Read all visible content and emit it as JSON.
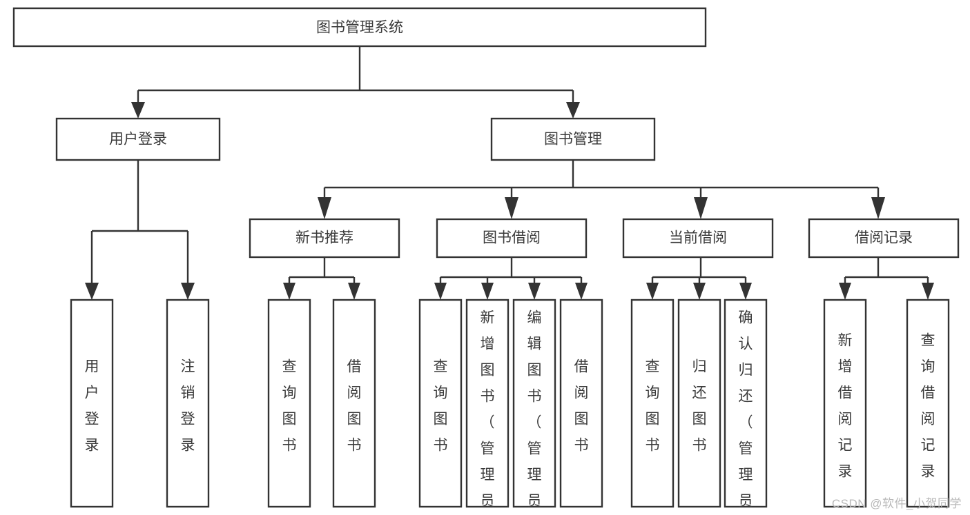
{
  "diagram": {
    "type": "tree",
    "title": "图书管理系统",
    "watermark": "CSDN @软件_小贺同学",
    "colors": {
      "stroke": "#333333",
      "fill": "#ffffff",
      "text": "#3a3a3a",
      "background": "#ffffff",
      "watermark": "#b9b9b9"
    },
    "nodes": {
      "root": {
        "label": "图书管理系统",
        "level": 0,
        "orientation": "horizontal"
      },
      "l1": [
        {
          "id": "user-login",
          "label": "用户登录",
          "level": 1,
          "orientation": "horizontal"
        },
        {
          "id": "book-manage",
          "label": "图书管理",
          "level": 1,
          "orientation": "horizontal"
        }
      ],
      "l2": [
        {
          "id": "new-book-recommend",
          "label": "新书推荐",
          "level": 2,
          "orientation": "horizontal",
          "parent": "book-manage"
        },
        {
          "id": "book-borrow",
          "label": "图书借阅",
          "level": 2,
          "orientation": "horizontal",
          "parent": "book-manage"
        },
        {
          "id": "current-borrow",
          "label": "当前借阅",
          "level": 2,
          "orientation": "horizontal",
          "parent": "book-manage"
        },
        {
          "id": "borrow-record",
          "label": "借阅记录",
          "level": 2,
          "orientation": "horizontal",
          "parent": "book-manage"
        }
      ],
      "leaves": [
        {
          "id": "leaf-user-login",
          "label": "用户登录",
          "parent": "user-login",
          "orientation": "vertical"
        },
        {
          "id": "leaf-logout-login",
          "label": "注销登录",
          "parent": "user-login",
          "orientation": "vertical"
        },
        {
          "id": "leaf-query-book-1",
          "label": "查询图书",
          "parent": "new-book-recommend",
          "orientation": "vertical"
        },
        {
          "id": "leaf-borrow-book-1",
          "label": "借阅图书",
          "parent": "new-book-recommend",
          "orientation": "vertical"
        },
        {
          "id": "leaf-query-book-2",
          "label": "查询图书",
          "parent": "book-borrow",
          "orientation": "vertical"
        },
        {
          "id": "leaf-add-book",
          "label": "新增图书（管理员）",
          "parent": "book-borrow",
          "orientation": "vertical"
        },
        {
          "id": "leaf-edit-book",
          "label": "编辑图书（管理员）",
          "parent": "book-borrow",
          "orientation": "vertical"
        },
        {
          "id": "leaf-borrow-book-2",
          "label": "借阅图书",
          "parent": "book-borrow",
          "orientation": "vertical"
        },
        {
          "id": "leaf-query-book-3",
          "label": "查询图书",
          "parent": "current-borrow",
          "orientation": "vertical"
        },
        {
          "id": "leaf-return-book",
          "label": "归还图书",
          "parent": "current-borrow",
          "orientation": "vertical"
        },
        {
          "id": "leaf-confirm-return",
          "label": "确认归还（管理员）",
          "parent": "current-borrow",
          "orientation": "vertical"
        },
        {
          "id": "leaf-add-record",
          "label": "新增借阅记录",
          "parent": "borrow-record",
          "orientation": "vertical"
        },
        {
          "id": "leaf-query-record",
          "label": "查询借阅记录",
          "parent": "borrow-record",
          "orientation": "vertical"
        }
      ]
    }
  }
}
